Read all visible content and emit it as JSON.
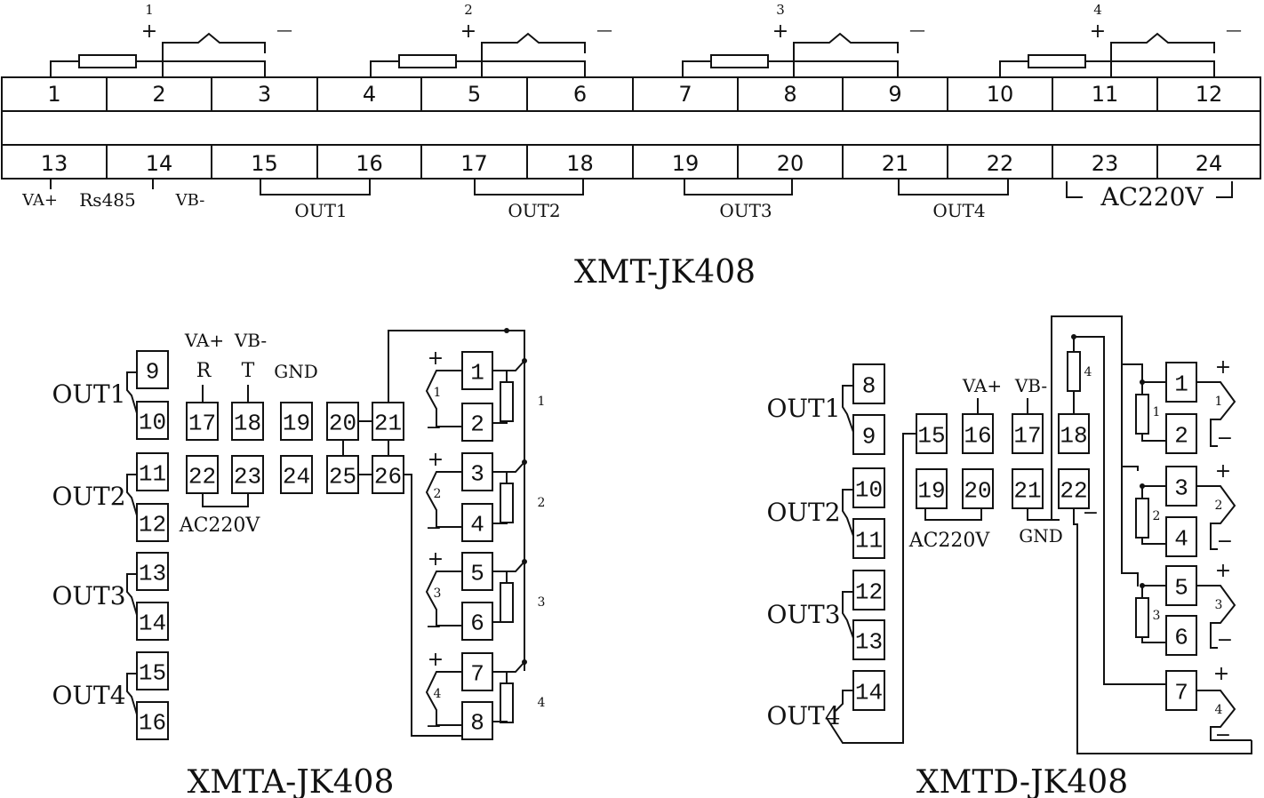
{
  "top": {
    "terminals_top": [
      "1",
      "2",
      "3",
      "4",
      "5",
      "6",
      "7",
      "8",
      "9",
      "10",
      "11",
      "12"
    ],
    "terminals_bottom": [
      "13",
      "14",
      "15",
      "16",
      "17",
      "18",
      "19",
      "20",
      "21",
      "22",
      "23",
      "24"
    ],
    "channels": [
      {
        "num": "1",
        "plus": "+",
        "minus": "—"
      },
      {
        "num": "2",
        "plus": "+",
        "minus": "—"
      },
      {
        "num": "3",
        "plus": "+",
        "minus": "—"
      },
      {
        "num": "4",
        "plus": "+",
        "minus": "—"
      }
    ],
    "labels": {
      "va": "VA+",
      "rs485": "Rs485",
      "vb": "VB-",
      "ac": "AC220V"
    },
    "outs": [
      "OUT1",
      "OUT2",
      "OUT3",
      "OUT4"
    ],
    "model": "XMT-JK408"
  },
  "a": {
    "model": "XMTA-JK408",
    "outs": [
      {
        "label": "OUT1",
        "t1": "9",
        "t2": "10"
      },
      {
        "label": "OUT2",
        "t1": "11",
        "t2": "12"
      },
      {
        "label": "OUT3",
        "t1": "13",
        "t2": "14"
      },
      {
        "label": "OUT4",
        "t1": "15",
        "t2": "16"
      }
    ],
    "comm": {
      "va": "VA+",
      "r": "R",
      "vb": "VB-",
      "t": "T",
      "gnd": "GND"
    },
    "row1": [
      "17",
      "18",
      "19",
      "20",
      "21"
    ],
    "row2": [
      "22",
      "23",
      "24",
      "25",
      "26"
    ],
    "ac": "AC220V",
    "sensors": [
      {
        "num": "1",
        "top": "1",
        "bot": "2",
        "plus": "+",
        "minus": "−"
      },
      {
        "num": "2",
        "top": "3",
        "bot": "4",
        "plus": "+",
        "minus": "−"
      },
      {
        "num": "3",
        "top": "5",
        "bot": "6",
        "plus": "+",
        "minus": "−"
      },
      {
        "num": "4",
        "top": "7",
        "bot": "8",
        "plus": "+",
        "minus": "−"
      }
    ]
  },
  "d": {
    "model": "XMTD-JK408",
    "outs": [
      {
        "label": "OUT1",
        "t1": "8",
        "t2": "9"
      },
      {
        "label": "OUT2",
        "t1": "10",
        "t2": "11"
      },
      {
        "label": "OUT3",
        "t1": "12",
        "t2": "13"
      },
      {
        "label": "OUT4",
        "t1": "14"
      }
    ],
    "row1": [
      "15",
      "16",
      "17",
      "18"
    ],
    "row2": [
      "19",
      "20",
      "21",
      "22"
    ],
    "va": "VA+",
    "vb": "VB-",
    "ac": "AC220V",
    "gnd": "GND",
    "res4": "4",
    "sensors": [
      {
        "num": "1",
        "top": "1",
        "bot": "2",
        "plus": "+",
        "minus": "−"
      },
      {
        "num": "2",
        "top": "3",
        "bot": "4",
        "plus": "+",
        "minus": "−"
      },
      {
        "num": "3",
        "top": "5",
        "bot": "6",
        "plus": "+",
        "minus": "−"
      },
      {
        "num": "4",
        "top": "7",
        "plus": "+",
        "minus": "−"
      }
    ],
    "minus22": "−"
  }
}
